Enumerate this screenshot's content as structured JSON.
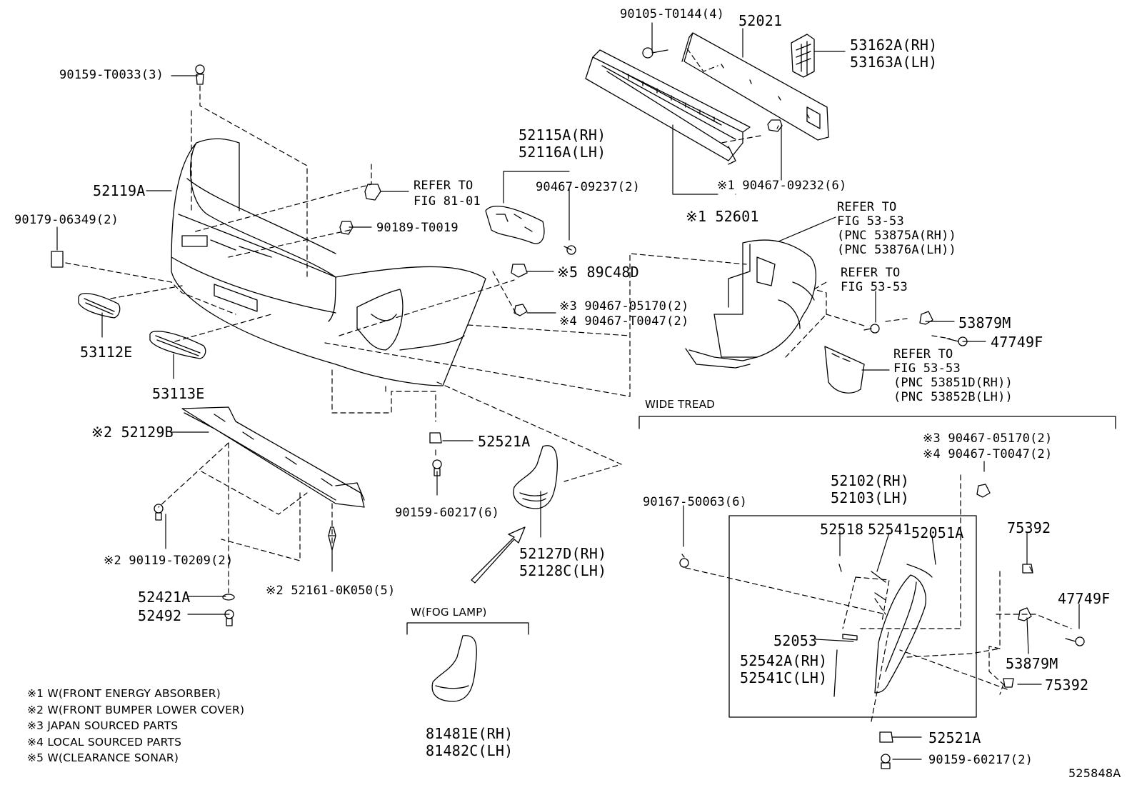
{
  "part_labels": {
    "p90105": "90105-T0144(4)",
    "p52021": "52021",
    "p53162": "53162A(RH)",
    "p53163": "53163A(LH)",
    "p90159a": "90159-T0033(3)",
    "p52115": "52115A(RH)",
    "p52116": "52116A(LH)",
    "p90467a": "90467-09237(2)",
    "p90467b": "※1 90467-09232(6)",
    "p52601": "※1 52601",
    "p52119": "52119A",
    "refer81a": "REFER TO",
    "refer81b": "FIG 81-01",
    "p90189": "90189-T0019",
    "p90179": "90179-06349(2)",
    "refer5353a": "REFER TO",
    "refer5353b": "FIG 53-53",
    "refer5353c": "(PNC 53875A(RH))",
    "refer5353d": "(PNC 53876A(LH))",
    "refer5353e": "REFER TO",
    "refer5353f": "FIG 53-53",
    "p89C48D": "※5 89C48D",
    "p90467c": "※3 90467-05170(2)",
    "p90467d": "※4 90467-T0047(2)",
    "p53879a": "53879M",
    "p47749a": "47749F",
    "refer5353g": "REFER TO",
    "refer5353h": "FIG 53-53",
    "refer5353i": "(PNC 53851D(RH))",
    "refer5353j": "(PNC 53852B(LH))",
    "p53112": "53112E",
    "p53113": "53113E",
    "p52129": "※2 52129B",
    "p52521a": "52521A",
    "p90159b": "90159-60217(6)",
    "p52127": "52127D(RH)",
    "p52128": "52128C(LH)",
    "p90119": "※2 90119-T0209(2)",
    "p52421": "52421A",
    "p52492": "52492",
    "p52161": "※2 52161-0K050(5)",
    "p90467e": "※3 90467-05170(2)",
    "p90467f": "※4 90467-T0047(2)",
    "p52102": "52102(RH)",
    "p52103": "52103(LH)",
    "p90167": "90167-50063(6)",
    "p52518": "52518",
    "p52541": "52541",
    "p52051": "52051A",
    "p75392a": "75392",
    "p47749b": "47749F",
    "p52053": "52053",
    "p52542": "52542A(RH)",
    "p52541c": "52541C(LH)",
    "p53879b": "53879M",
    "p75392b": "75392",
    "p52521b": "52521A",
    "p90159c": "90159-60217(2)",
    "p81481": "81481E(RH)",
    "p81482": "81482C(LH)"
  },
  "sections": {
    "wide_tread": "WIDE TREAD",
    "fog_lamp": "W(FOG LAMP)"
  },
  "notes": [
    "※1 W(FRONT ENERGY ABSORBER)",
    "※2 W(FRONT BUMPER LOWER COVER)",
    "※3 JAPAN SOURCED PARTS",
    "※4 LOCAL SOURCED PARTS",
    "※5 W(CLEARANCE SONAR)"
  ],
  "figure_code": "525848A"
}
